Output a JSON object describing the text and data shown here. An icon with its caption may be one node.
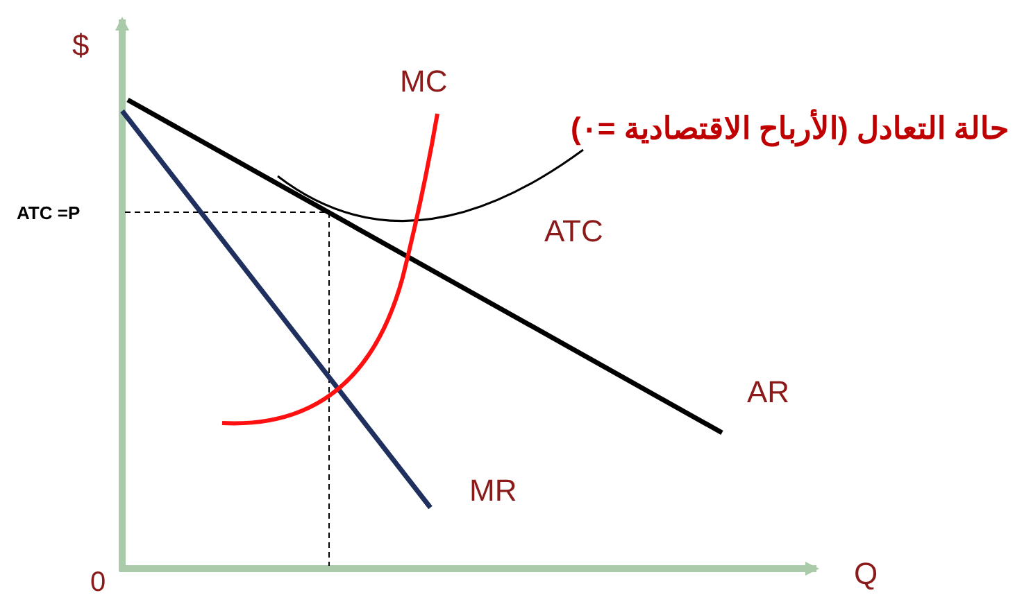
{
  "diagram": {
    "title": "حالة التعادل (الأرباح الاقتصادية =٠)",
    "labels": [
      "$",
      "MC",
      "ATC =P",
      "ATC",
      "AR",
      "MR",
      "0",
      "Q"
    ]
  }
}
